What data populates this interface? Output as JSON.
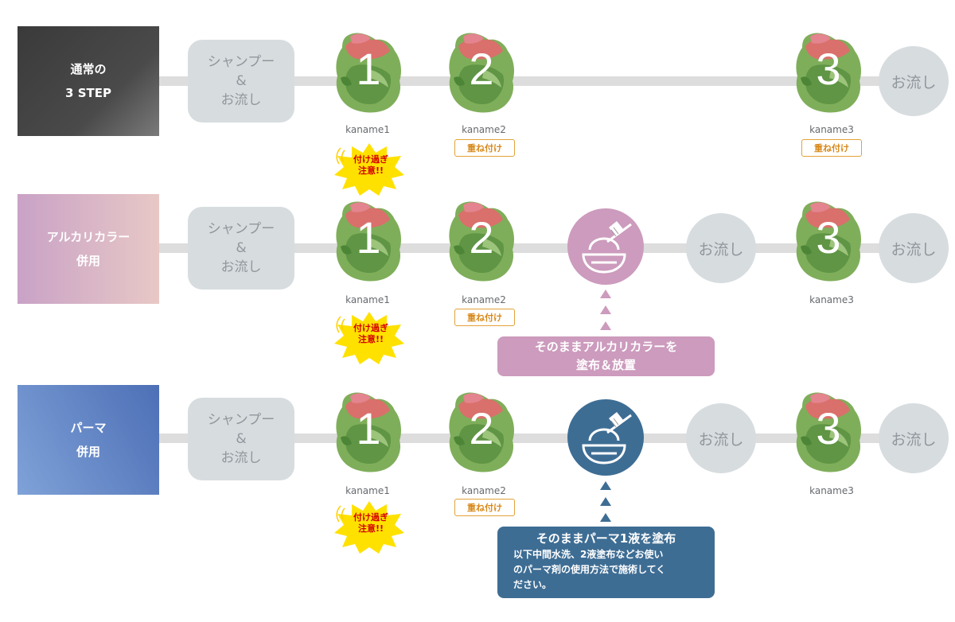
{
  "products": {
    "p1": "kaname1",
    "p2": "kaname2",
    "p3": "kaname3"
  },
  "labels": {
    "shampoo_line1": "シャンプー",
    "shampoo_line2": "&",
    "shampoo_line3": "お流し",
    "rinse": "お流し",
    "overlay": "重ね付け",
    "warning_line1": "付け過ぎ",
    "warning_line2": "注意!!",
    "step1": "1",
    "step2": "2",
    "step3": "3"
  },
  "rows": [
    {
      "label_line1": "通常の",
      "label_line2": "3 STEP"
    },
    {
      "label_line1": "アルカリカラー",
      "label_line2": "併用",
      "note_line1": "そのままアルカリカラーを",
      "note_line2": "塗布＆放置"
    },
    {
      "label_line1": "パーマ",
      "label_line2": "併用",
      "note_title": "そのままパーマ1液を塗布",
      "note_line1": "以下中間水洗、2液塗布などお使い",
      "note_line2": "のパーマ剤の使用方法で施術してく",
      "note_line3": "ださい。"
    }
  ],
  "colors": {
    "color_accent": "#cc9bbd",
    "perm_accent": "#3e6d94",
    "overlay_tag": "#e3a23a"
  }
}
